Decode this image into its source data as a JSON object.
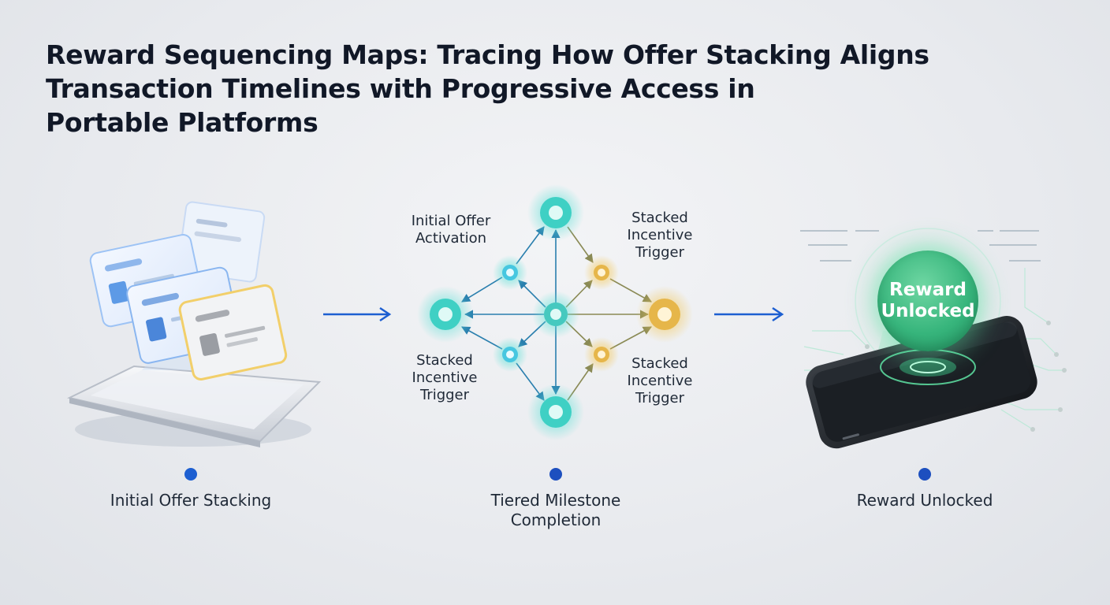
{
  "title_lines": [
    "Reward Sequencing Maps: Tracing How Offer Stacking Aligns",
    "Transaction Timelines with Progressive Access in",
    "Portable Platforms"
  ],
  "diagram": {
    "labels": {
      "top_left": [
        "Initial Offer",
        "Activation"
      ],
      "top_right": [
        "Stacked",
        "Incentive",
        "Trigger"
      ],
      "bottom_left": [
        "Stacked",
        "Incentive",
        "Trigger"
      ],
      "bottom_right": [
        "Stacked",
        "Incentive",
        "Trigger"
      ]
    }
  },
  "badge": [
    "Reward",
    "Unlocked"
  ],
  "timeline": {
    "milestones": [
      [
        "Initial Offer Stacking"
      ],
      [
        "Tiered Milestone",
        "Completion"
      ],
      [
        "Reward Unlocked"
      ]
    ]
  },
  "colors": {
    "accent_blue": "#1d5fd1",
    "node_teal": "#3fd0c4",
    "node_gold": "#e6b64a",
    "reward_green": "#37b57c"
  }
}
